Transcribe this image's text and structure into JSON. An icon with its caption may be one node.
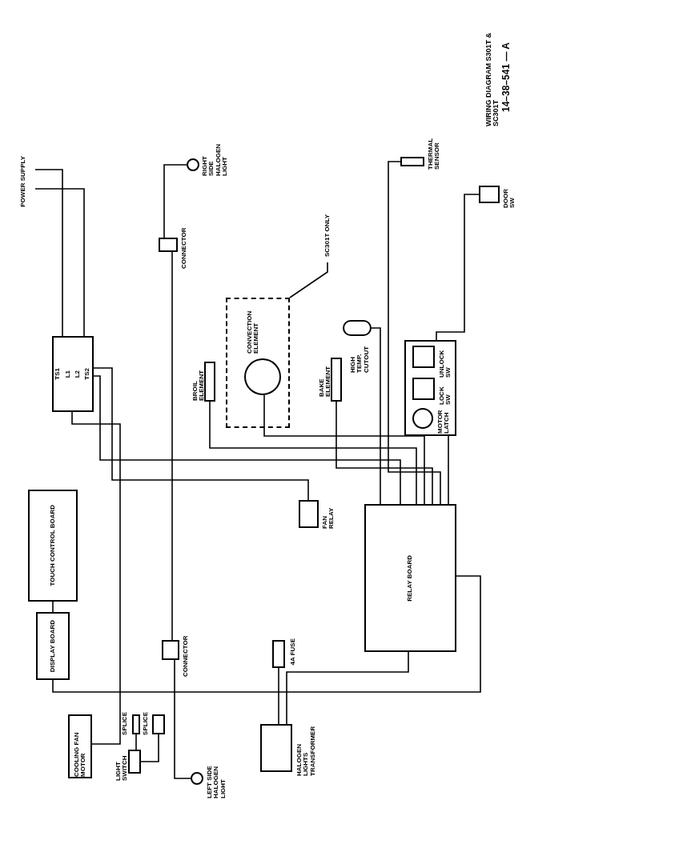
{
  "diagram": {
    "title": "WIRING DIAGRAM S301T & SC301T",
    "nodes": [
      {
        "text": [
          "POWER SUPPLY"
        ]
      },
      {
        "text": [
          "TS2",
          "L2",
          "L1",
          "TS1"
        ]
      },
      {
        "text": [],
        "shape": "box",
        "beside": [
          "CONNECTOR"
        ]
      },
      {
        "text": [],
        "shape": "circle",
        "beside": [
          "RIGHT SIDE HALOGEN LIGHT"
        ]
      },
      {
        "text": [],
        "shape": "box"
      },
      {
        "text": [],
        "shape": "circle",
        "in": 4,
        "beside": [
          "CONVECTION ELEMENT"
        ]
      },
      {
        "text": [],
        "shape": "box",
        "beside": [
          "BROIL ELEMENT"
        ]
      },
      {
        "text": [],
        "shape": "box",
        "beside": [
          "BAKE ELEMENT"
        ]
      },
      {
        "text": [],
        "shape": "box",
        "beside": [
          "HIGH TEMP. CUTOUT"
        ]
      },
      {
        "text": [],
        "shape": "box",
        "beside": [
          "THERMAL SENSOR"
        ]
      },
      {
        "text": [],
        "shape": "box",
        "beside": [
          "DOOR SW"
        ]
      },
      {
        "text": [],
        "shape": "box"
      },
      {
        "text": [],
        "shape": "box",
        "in": 11,
        "beside": [
          "UNLOCK SW"
        ]
      },
      {
        "text": [],
        "shape": "box",
        "in": 11,
        "beside": [
          "LOCK SW"
        ]
      },
      {
        "text": [],
        "shape": "circle",
        "in": 11,
        "beside": [
          "MOTOR LATCH"
        ]
      },
      {
        "text": [
          "RELAY BOARD"
        ]
      },
      {
        "text": [],
        "shape": "box",
        "beside": [
          "FAN RELAY"
        ]
      },
      {
        "text": [
          "TOUCH CONTROL BOARD"
        ]
      },
      {
        "text": [
          "DISPLAY BOARD"
        ]
      },
      {
        "text": [
          "COOLING FAN MOTOR"
        ]
      },
      {
        "text": [],
        "shape": "box",
        "beside": [
          "CONNECTOR"
        ]
      },
      {
        "text": [],
        "shape": "box",
        "beside": [
          "SPLICE"
        ]
      },
      {
        "text": [],
        "shape": "box",
        "beside": [
          "SPLICE"
        ]
      },
      {
        "text": [],
        "shape": "box",
        "beside": [
          "LIGHT SWITCH"
        ]
      },
      {
        "text": [],
        "shape": "circle",
        "beside": [
          "LEFT SIDE HALOGEN LIGHT"
        ]
      },
      {
        "text": [],
        "shape": "box",
        "beside": [
          "4A FUSE"
        ]
      },
      {
        "text": [],
        "shape": "box",
        "beside": [
          "HALOGEN LIGHTS TRANSFORMER"
        ]
      },
      {
        "text": [
          "SC301T ONLY"
        ]
      }
    ],
    "edges": [
      {
        "from": 0,
        "to": 1,
        "arrow": "none"
      },
      {
        "from": 0,
        "to": 1,
        "arrow": "none"
      },
      {
        "from": 2,
        "to": 3,
        "arrow": "none"
      },
      {
        "from": 2,
        "to": 20,
        "arrow": "none"
      },
      {
        "from": 20,
        "to": 24,
        "arrow": "none"
      },
      {
        "from": 1,
        "to": 15,
        "arrow": "none"
      },
      {
        "from": 1,
        "to": 16,
        "arrow": "none"
      },
      {
        "from": 6,
        "to": 15,
        "arrow": "none"
      },
      {
        "from": 5,
        "to": 15,
        "arrow": "none"
      },
      {
        "from": 7,
        "to": 15,
        "arrow": "none"
      },
      {
        "from": 8,
        "to": 15,
        "arrow": "none"
      },
      {
        "from": 9,
        "to": 15,
        "arrow": "none"
      },
      {
        "from": 10,
        "to": 11,
        "arrow": "none"
      },
      {
        "from": 11,
        "to": 15,
        "arrow": "none"
      },
      {
        "from": 17,
        "to": 18,
        "arrow": "none"
      },
      {
        "from": 18,
        "to": 15,
        "arrow": "none"
      },
      {
        "from": 19,
        "to": 1,
        "arrow": "none"
      },
      {
        "from": 21,
        "to": 23,
        "arrow": "none"
      },
      {
        "from": 22,
        "to": 23,
        "arrow": "none"
      },
      {
        "from": 25,
        "to": 26,
        "arrow": "none"
      },
      {
        "from": 15,
        "to": 26,
        "arrow": "none"
      },
      {
        "from": 27,
        "to": 4,
        "arrow": "none"
      }
    ],
    "labels": [
      "14–38–541 — A"
    ]
  }
}
